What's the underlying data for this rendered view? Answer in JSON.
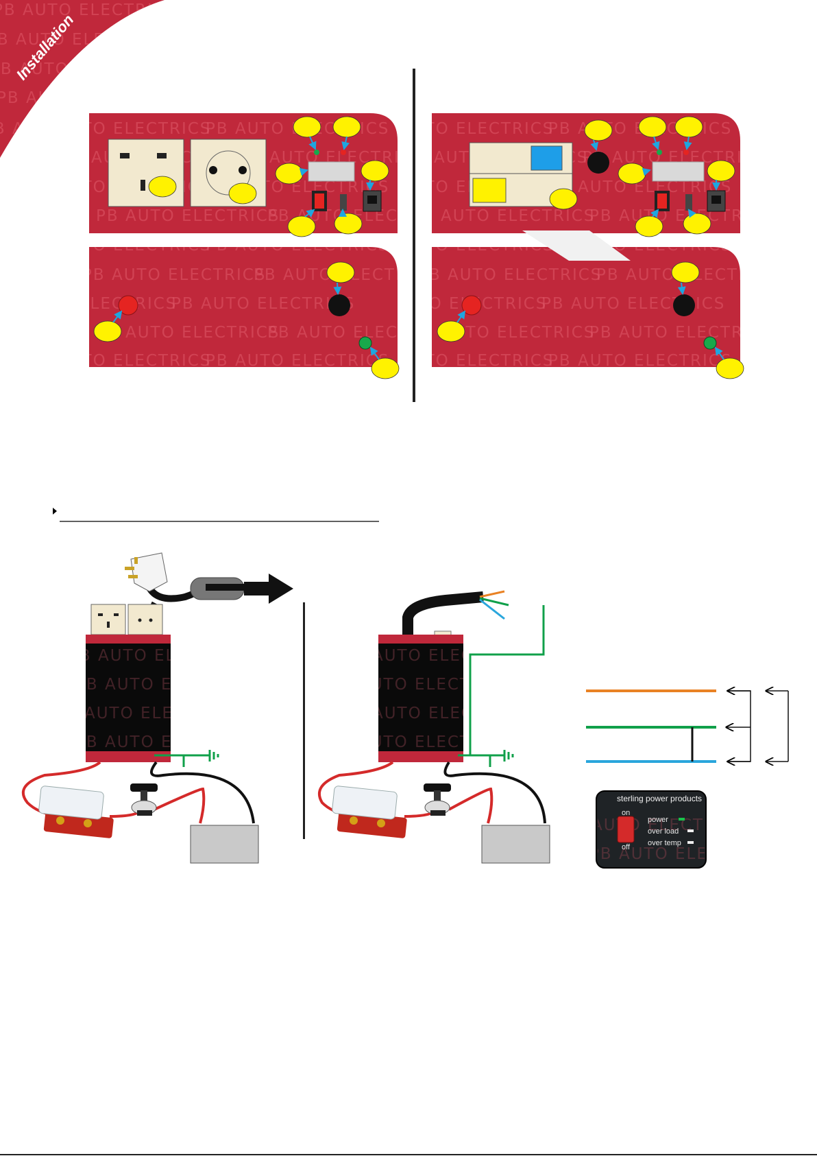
{
  "corner_tab": {
    "label": "Installation",
    "color": "#c0283b"
  },
  "watermark": {
    "text": "PB AUTO ELECTRICS"
  },
  "colors": {
    "panel_red": "#c0283b",
    "socket_beige": "#f2e9cf",
    "callout_yellow": "#fff200",
    "arrow_blue": "#1ea6e0",
    "wire_orange": "#e98224",
    "wire_green": "#10a04a",
    "wire_blue": "#2aa6dc"
  },
  "remote_panel": {
    "brand": "sterling power products",
    "switch_on_label": "on",
    "switch_off_label": "off",
    "indicators": [
      "power",
      "over load",
      "over temp"
    ]
  }
}
